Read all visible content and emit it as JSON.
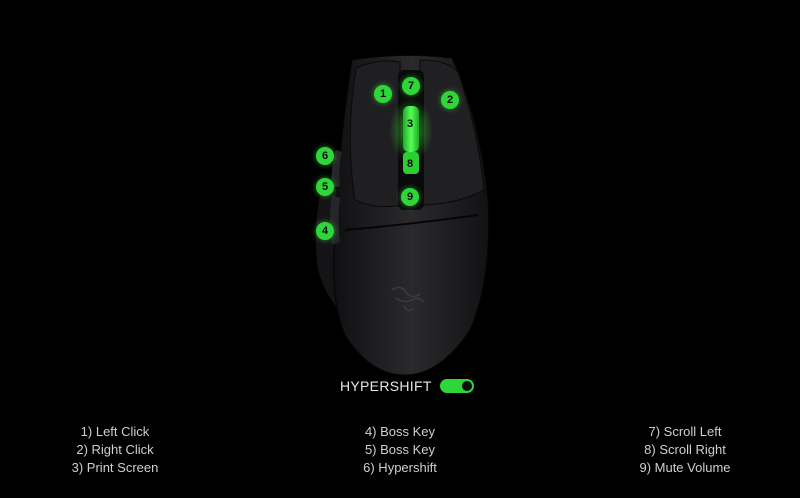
{
  "colors": {
    "background": "#000000",
    "accent_green": "#2fd63a",
    "text": "#cfcfcf",
    "mouse_body": "#1c1c1e"
  },
  "markers": [
    {
      "number": "1"
    },
    {
      "number": "2"
    },
    {
      "number": "3"
    },
    {
      "number": "4"
    },
    {
      "number": "5"
    },
    {
      "number": "6"
    },
    {
      "number": "7"
    },
    {
      "number": "8"
    },
    {
      "number": "9"
    }
  ],
  "hypershift": {
    "label": "HYPERSHIFT",
    "toggle_on": true
  },
  "legend": {
    "col1": [
      "1) Left Click",
      "2) Right Click",
      "3) Print Screen"
    ],
    "col2": [
      "4) Boss Key",
      "5) Boss Key",
      "6) Hypershift"
    ],
    "col3": [
      "7) Scroll Left",
      "8) Scroll Right",
      "9) Mute Volume"
    ]
  }
}
